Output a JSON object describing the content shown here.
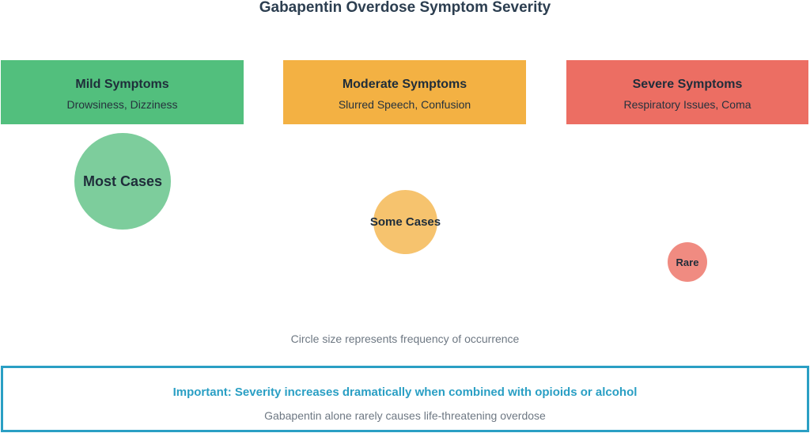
{
  "title": "Gabapentin Overdose Symptom Severity",
  "categories": [
    {
      "title": "Mild Symptoms",
      "symptoms": "Drowsiness, Dizziness",
      "frequency_label": "Most Cases",
      "color": "#52bf7d"
    },
    {
      "title": "Moderate Symptoms",
      "symptoms": "Slurred Speech, Confusion",
      "frequency_label": "Some Cases",
      "color": "#f3b143"
    },
    {
      "title": "Severe Symptoms",
      "symptoms": "Respiratory Issues, Coma",
      "frequency_label": "Rare",
      "color": "#ec6e63"
    }
  ],
  "legend_note": "Circle size represents frequency of occurrence",
  "warning": {
    "headline": "Important: Severity increases dramatically when combined with opioids or alcohol",
    "subtext": "Gabapentin alone rarely causes life-threatening overdose",
    "accent_color": "#2a9fc4"
  }
}
